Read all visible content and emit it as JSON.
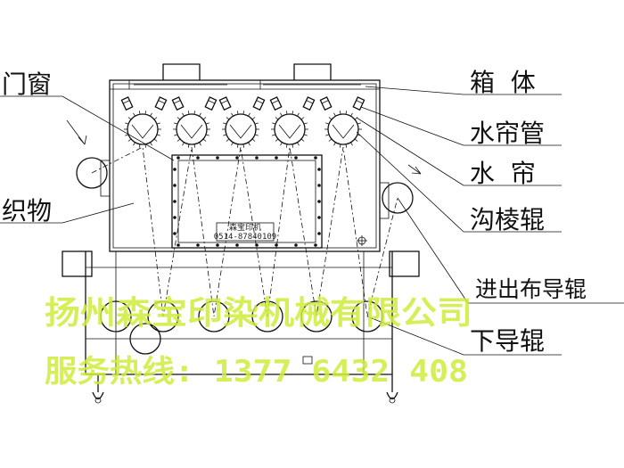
{
  "labels": {
    "door_window": "门窗",
    "fabric": "织物",
    "box_body": "箱  体",
    "water_curtain_pipe": "水帘管",
    "water_curtain": "水  帘",
    "grooved_roller": "沟棱辊",
    "in_out_guide_roller": "进出布导辊",
    "lower_guide_roller": "下导辊"
  },
  "nameplate": {
    "line1": "森宝印机",
    "line2": "0514-87840109"
  },
  "watermark": {
    "company": "扬州森宝印染机械有限公司",
    "hotline": "服务热线: 1377 6432 408"
  },
  "colors": {
    "line": "#111111",
    "watermark": "#ccec3a"
  }
}
